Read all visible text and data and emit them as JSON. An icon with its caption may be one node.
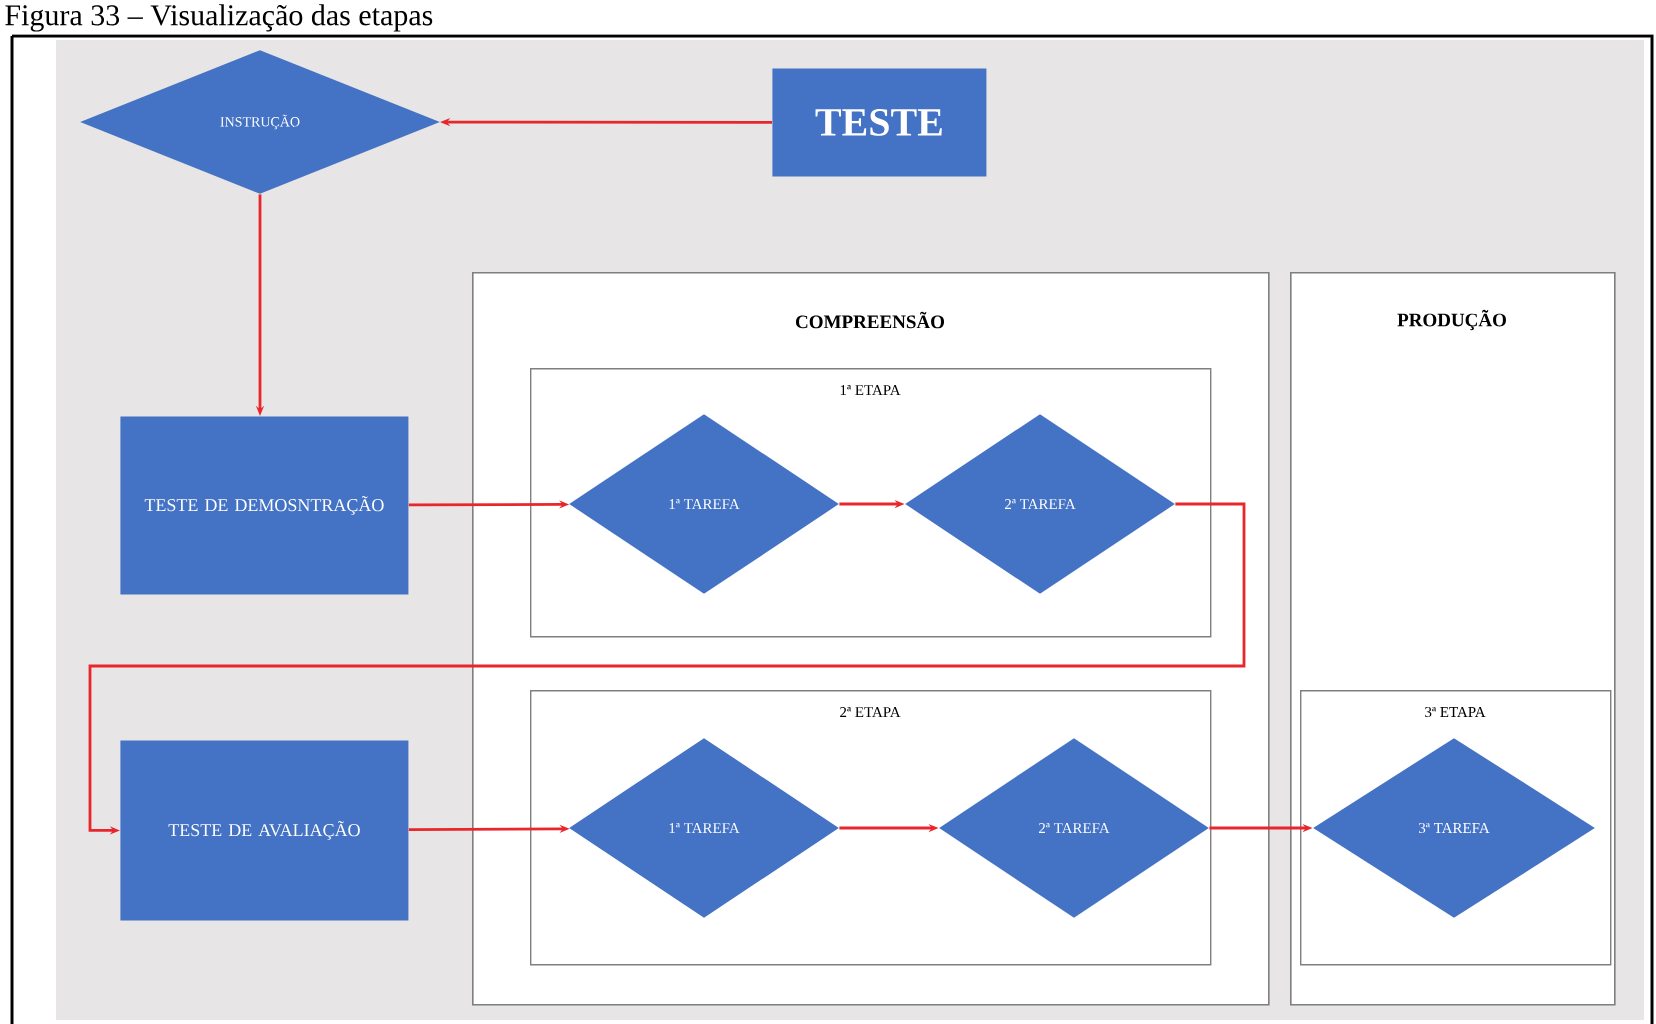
{
  "diagram": {
    "title": "Figura 33 – Visualização das etapas",
    "nodes": [
      {
        "text": [
          "INSTRUÇÃO"
        ]
      },
      {
        "text": [
          "TESTE"
        ]
      },
      {
        "text": [
          "COMPREENSÃO"
        ]
      },
      {
        "text": [
          "1ª ETAPA"
        ],
        "in": 2
      },
      {
        "text": [
          "1ª TAREFA"
        ],
        "in": 3
      },
      {
        "text": [
          "2ª TAREFA"
        ],
        "in": 3
      },
      {
        "text": [
          "2ª ETAPA"
        ],
        "in": 2
      },
      {
        "text": [
          "1ª TAREFA"
        ],
        "in": 6
      },
      {
        "text": [
          "2ª TAREFA"
        ],
        "in": 6
      },
      {
        "text": [
          "PRODUÇÃO"
        ]
      },
      {
        "text": [
          "3ª ETAPA"
        ],
        "in": 9
      },
      {
        "text": [
          "3ª TAREFA"
        ],
        "in": 10
      },
      {
        "text": [
          "TESTE DE DEMOSNTRAÇÃO"
        ]
      },
      {
        "text": [
          "TESTE DE AVALIAÇÃO"
        ]
      }
    ],
    "edges": [
      {
        "from": 1,
        "to": 0,
        "arrow": "to"
      },
      {
        "from": 0,
        "to": 12,
        "arrow": "to"
      },
      {
        "from": 12,
        "to": 4,
        "arrow": "to"
      },
      {
        "from": 4,
        "to": 5,
        "arrow": "to"
      },
      {
        "from": 5,
        "to": 13,
        "arrow": "to"
      },
      {
        "from": 13,
        "to": 7,
        "arrow": "to"
      },
      {
        "from": 7,
        "to": 8,
        "arrow": "to"
      },
      {
        "from": 8,
        "to": 11,
        "arrow": "to"
      }
    ]
  }
}
